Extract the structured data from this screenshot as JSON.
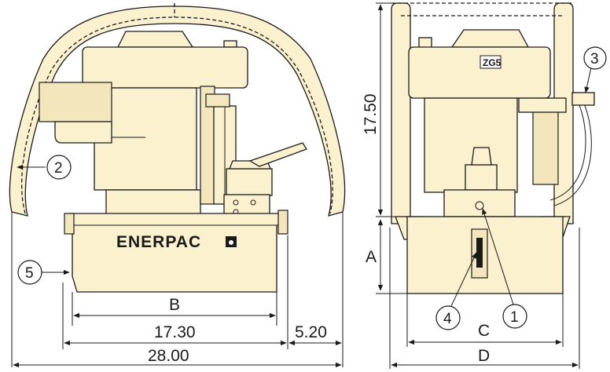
{
  "brand": {
    "name": "ENERPAC",
    "model_badge": "ZG5"
  },
  "dimensions": {
    "width_total": "28.00",
    "reservoir_width": "17.30",
    "side_clearance": "5.20",
    "height": "17.50",
    "label_a": "A",
    "label_b": "B",
    "label_c": "C",
    "label_d": "D"
  },
  "callouts": [
    "1",
    "2",
    "3",
    "4",
    "5"
  ],
  "colors": {
    "body": "#fbf1cf",
    "shade": "#f3e6bd",
    "line": "#1a1a1a"
  }
}
